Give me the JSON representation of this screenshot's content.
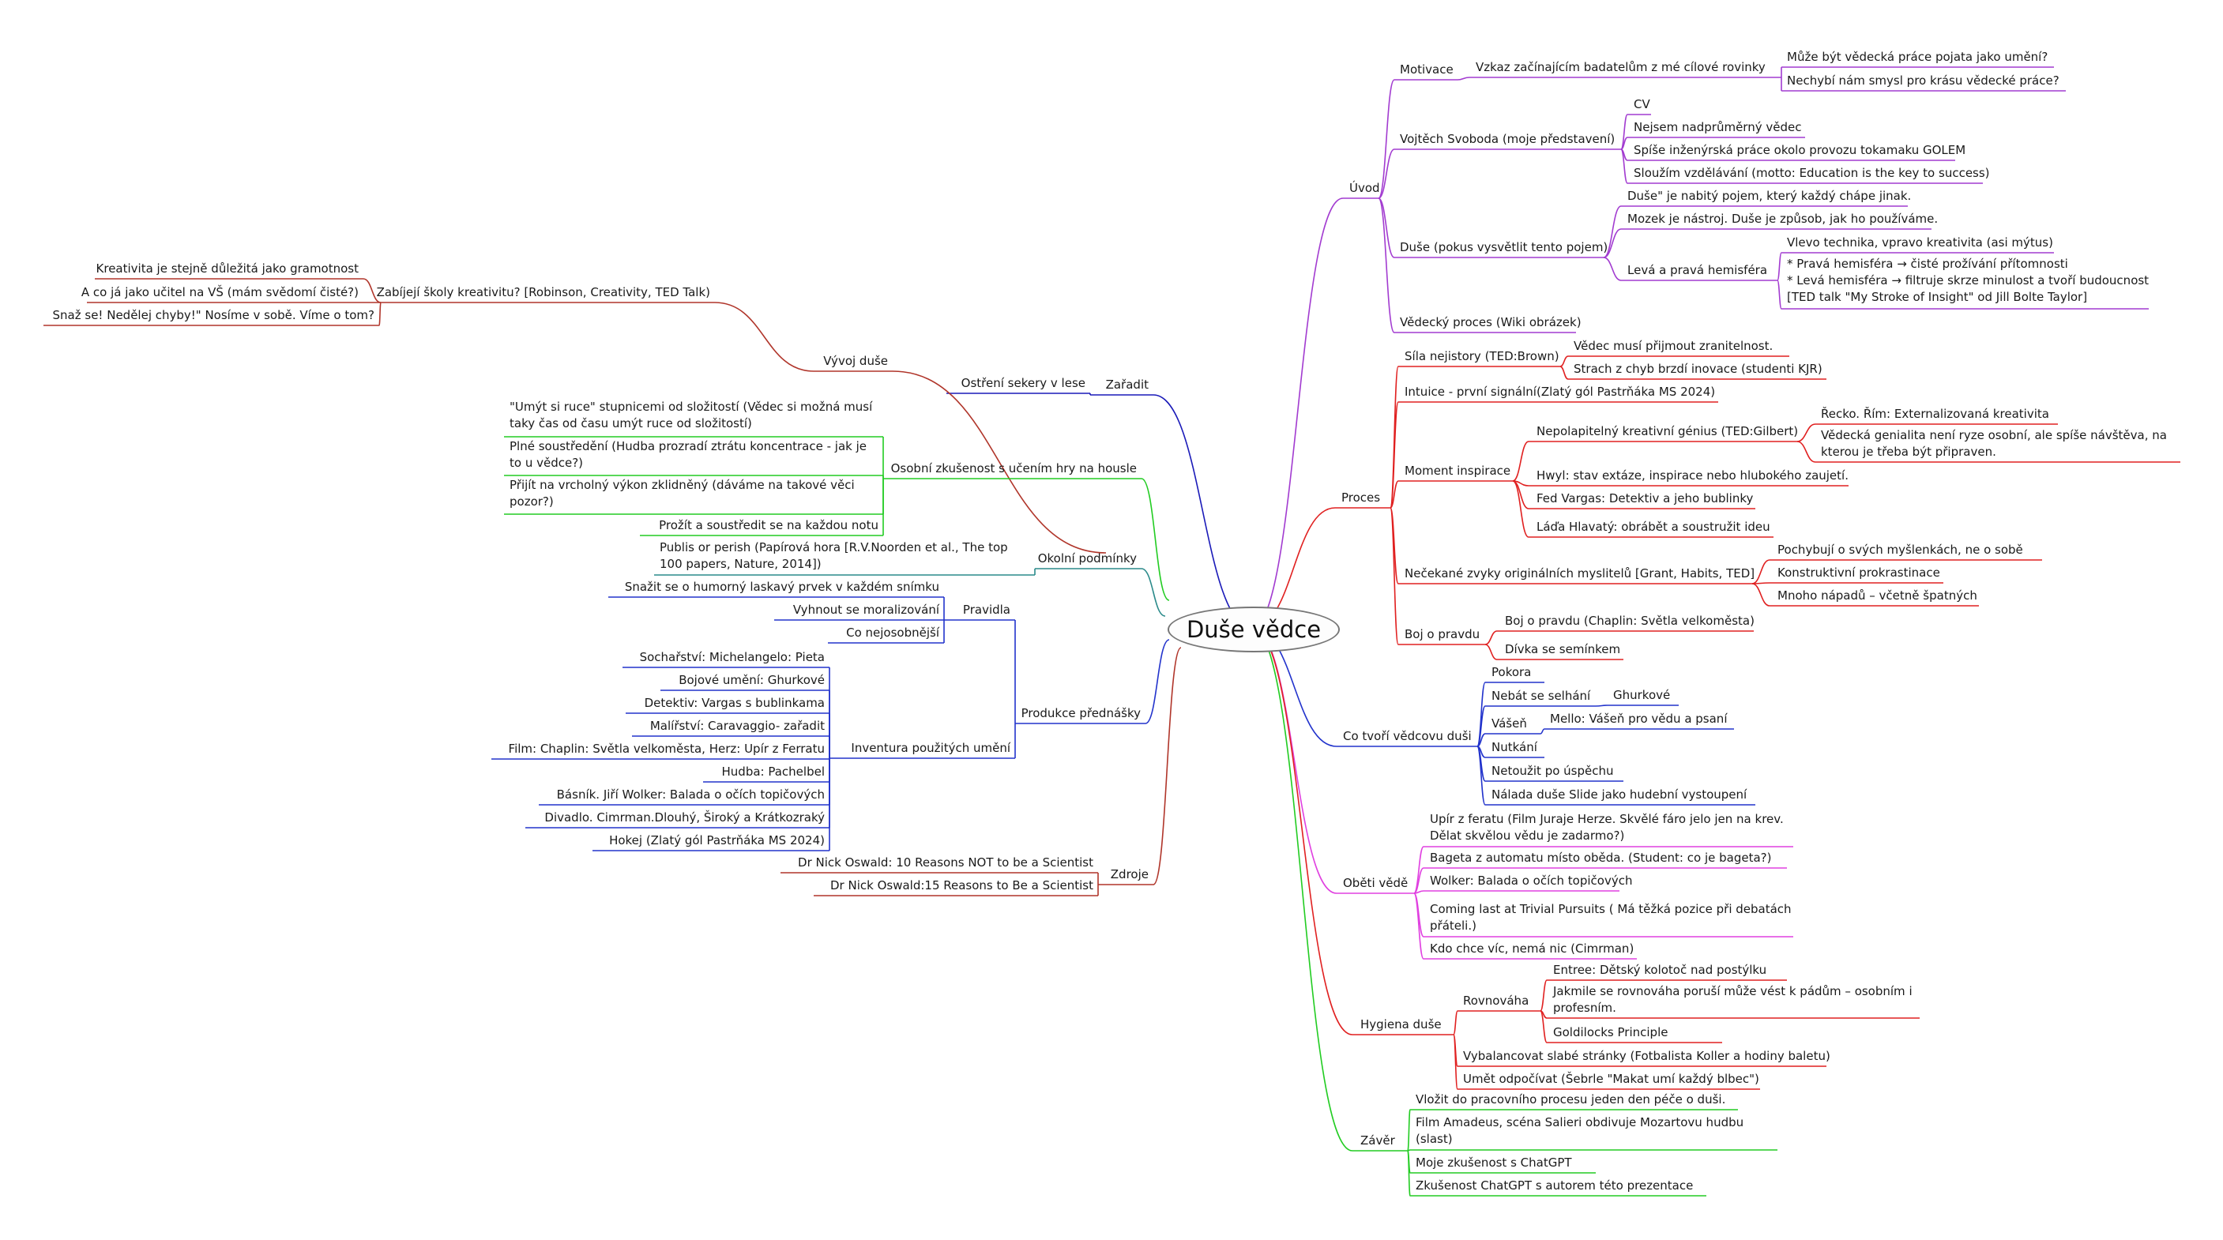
{
  "root": "Duše vědce",
  "colors": {
    "purple": "#a23bd0",
    "red": "#e02020",
    "blue": "#2233cc",
    "magenta": "#e040e0",
    "green": "#22cc22",
    "darkred": "#b0352a",
    "teal": "#2a8a8a",
    "navy": "#1a1ab8"
  },
  "nodes": [
    {
      "id": "uvod",
      "text": "Úvod"
    },
    {
      "id": "motivace",
      "text": "Motivace"
    },
    {
      "id": "vzkaz",
      "text": "Vzkaz začínajícím badatelům z mé cílové rovinky"
    },
    {
      "id": "umeni",
      "text": "Může být vědecká práce pojata jako umění?"
    },
    {
      "id": "krasa",
      "text": "Nechybí nám smysl pro krásu vědecké práce?"
    },
    {
      "id": "vojtech",
      "text": "Vojtěch Svoboda (moje představení)"
    },
    {
      "id": "cv",
      "text": "CV"
    },
    {
      "id": "nadprum",
      "text": "Nejsem nadprůměrný vědec"
    },
    {
      "id": "inzenyr",
      "text": "Spíše inženýrská práce okolo provozu tokamaku GOLEM"
    },
    {
      "id": "vzdelavani",
      "text": "Sloužím vzdělávání (motto: Education is the key to success)"
    },
    {
      "id": "duse_vys",
      "text": "Duše (pokus vysvětlit tento pojem)"
    },
    {
      "id": "nabity",
      "text": "Duše\" je nabitý pojem, který každý chápe jinak."
    },
    {
      "id": "mozek",
      "text": "Mozek je nástroj. Duše je způsob, jak ho používáme."
    },
    {
      "id": "hemisfera",
      "text": "Levá a pravá hemisféra"
    },
    {
      "id": "vlevo",
      "text": "Vlevo technika, vpravo kreativita (asi mýtus)"
    },
    {
      "id": "prava",
      "text": "* Pravá hemisféra → čisté prožívání přítomnosti\n* Levá hemisféra → filtruje skrze minulost a tvoří budoucnost\n[TED talk \"My Stroke of Insight\" od Jill Bolte Taylor]"
    },
    {
      "id": "proces_wiki",
      "text": "Vědecký proces (Wiki obrázek)"
    },
    {
      "id": "proces",
      "text": "Proces"
    },
    {
      "id": "sila",
      "text": "Síla nejistory (TED:Brown)"
    },
    {
      "id": "zranitelnost",
      "text": "Vědec musí přijmout zranitelnost."
    },
    {
      "id": "strach",
      "text": "Strach z chyb brzdí inovace (studenti KJR)"
    },
    {
      "id": "intuice",
      "text": "Intuice - první signální(Zlatý gól Pastrňáka MS 2024)"
    },
    {
      "id": "moment",
      "text": "Moment inspirace"
    },
    {
      "id": "genius",
      "text": "Nepolapitelný kreativní génius (TED:Gilbert)"
    },
    {
      "id": "recko",
      "text": "Řecko. Řím: Externalizovaná kreativita"
    },
    {
      "id": "genialita",
      "text": "Vědecká genialita není ryze osobní, ale spíše návštěva, na kterou je třeba být připraven."
    },
    {
      "id": "hwyl",
      "text": "Hwyl: stav extáze, inspirace nebo hlubokého zaujetí."
    },
    {
      "id": "fedvargas",
      "text": "Fed Vargas: Detektiv a jeho bublinky"
    },
    {
      "id": "lada",
      "text": "Láďa Hlavatý: obrábět a soustružit ideu"
    },
    {
      "id": "zvyky",
      "text": "Nečekané zvyky originálních myslitelů [Grant, Habits, TED]"
    },
    {
      "id": "pochybuji",
      "text": "Pochybují o svých myšlenkách, ne o sobě"
    },
    {
      "id": "prokrast",
      "text": "Konstruktivní prokrastinace"
    },
    {
      "id": "napadu",
      "text": "Mnoho nápadů – včetně špatných"
    },
    {
      "id": "boj",
      "text": "Boj o pravdu"
    },
    {
      "id": "boj_chaplin",
      "text": "Boj o pravdu (Chaplin: Světla velkoměsta)"
    },
    {
      "id": "divka",
      "text": "Dívka se semínkem"
    },
    {
      "id": "cotvori",
      "text": "Co tvoří vědcovu duši"
    },
    {
      "id": "pokora",
      "text": "Pokora"
    },
    {
      "id": "nebat",
      "text": "Nebát se selhání"
    },
    {
      "id": "ghurkove1",
      "text": "Ghurkové"
    },
    {
      "id": "vasen",
      "text": "Vášeň"
    },
    {
      "id": "mello",
      "text": "Mello: Vášeň pro vědu a psaní"
    },
    {
      "id": "nutkani",
      "text": "Nutkání"
    },
    {
      "id": "netouzit",
      "text": "Netoužit po úspěchu"
    },
    {
      "id": "nalada",
      "text": "Nálada duše Slide jako hudební vystoupení"
    },
    {
      "id": "obeti",
      "text": "Oběti vědě"
    },
    {
      "id": "upir",
      "text": "Upír z feratu (Film Juraje Herze. Skvělé fáro jelo jen na krev. Dělat skvělou vědu je zadarmo?)"
    },
    {
      "id": "bageta",
      "text": "Bageta z automatu místo oběda. (Student: co je bageta?)"
    },
    {
      "id": "wolker1",
      "text": "Wolker: Balada o očích topičových"
    },
    {
      "id": "trivial",
      "text": "Coming last at Trivial Pursuits ( Má těžká pozice při debatách přáteli.)"
    },
    {
      "id": "kdo",
      "text": "Kdo chce víc, nemá nic (Cimrman)"
    },
    {
      "id": "hygiena",
      "text": "Hygiena duše"
    },
    {
      "id": "rovnovaha",
      "text": "Rovnováha"
    },
    {
      "id": "kolotoc",
      "text": "Entree: Dětský kolotoč nad postýlku"
    },
    {
      "id": "jakmile",
      "text": "Jakmile se rovnováha poruší může vést k pádům – osobním i profesním."
    },
    {
      "id": "goldilocks",
      "text": "Goldilocks Principle"
    },
    {
      "id": "vybalancovat",
      "text": "Vybalancovat slabé stránky (Fotbalista Koller a hodiny baletu)"
    },
    {
      "id": "odpocivat",
      "text": "Umět odpočívat (Šebrle \"Makat umí každý blbec\")"
    },
    {
      "id": "zaver",
      "text": "Závěr"
    },
    {
      "id": "vlozit",
      "text": "Vložit do pracovního procesu jeden den péče o duši."
    },
    {
      "id": "amadeus",
      "text": "Film Amadeus, scéna Salieri obdivuje Mozartovu hudbu (slast)"
    },
    {
      "id": "chatgpt1",
      "text": "Moje zkušenost s ChatGPT"
    },
    {
      "id": "chatgpt2",
      "text": "Zkušenost ChatGPT s autorem této prezentace"
    },
    {
      "id": "zaradit",
      "text": "Zařadit"
    },
    {
      "id": "ostreni",
      "text": "Ostření sekery v lese"
    },
    {
      "id": "vyvoj",
      "text": "Vývoj duše"
    },
    {
      "id": "zabijeji",
      "text": "Zabíjejí školy kreativitu? [Robinson, Creativity, TED Talk)"
    },
    {
      "id": "gramotnost",
      "text": "Kreativita je stejně důležitá jako gramotnost"
    },
    {
      "id": "ucitel",
      "text": "A co já jako učitel na VŠ (mám svědomí čisté?)"
    },
    {
      "id": "snaz",
      "text": "Snaž se! Nedělej chyby!\" Nosíme v sobě. Víme o tom?"
    },
    {
      "id": "osobni",
      "text": "Osobní zkušenost s učením hry na  housle"
    },
    {
      "id": "umyt",
      "text": "\"Umýt si ruce\" stupnicemi od složitostí (Vědec si možná musí taky čas od času umýt ruce od složitostí)"
    },
    {
      "id": "plne",
      "text": "Plné soustředění (Hudba prozradí ztrátu koncentrace - jak je to u vědce?)"
    },
    {
      "id": "prijit",
      "text": "Přijít na vrcholný výkon zklidněný (dáváme na takové věci pozor?)"
    },
    {
      "id": "prozit",
      "text": "Prožít a soustředit se na každou notu"
    },
    {
      "id": "okolni",
      "text": "Okolní podmínky"
    },
    {
      "id": "publis",
      "text": "Publis or perish (Papírová hora [R.V.Noorden et al., The top 100 papers, Nature, 2014])"
    },
    {
      "id": "produkce",
      "text": "Produkce přednášky"
    },
    {
      "id": "pravidla",
      "text": "Pravidla"
    },
    {
      "id": "humorny",
      "text": "Snažit se o humorný laskavý prvek v každém snímku"
    },
    {
      "id": "moral",
      "text": "Vyhnout se moralizování"
    },
    {
      "id": "nejosob",
      "text": "Co nejosobnější"
    },
    {
      "id": "inventura",
      "text": "Inventura použitých umění"
    },
    {
      "id": "socharstvi",
      "text": "Sochařství: Michelangelo: Pieta"
    },
    {
      "id": "bojove",
      "text": "Bojové umění: Ghurkové"
    },
    {
      "id": "detektiv",
      "text": "Detektiv: Vargas s bublinkama"
    },
    {
      "id": "malirstvi",
      "text": "Malířství: Caravaggio- zařadit"
    },
    {
      "id": "film",
      "text": "Film: Chaplin: Světla velkoměsta, Herz: Upír z Ferratu"
    },
    {
      "id": "hudba",
      "text": "Hudba: Pachelbel"
    },
    {
      "id": "basnik",
      "text": "Básník. Jiří Wolker: Balada o očích topičových"
    },
    {
      "id": "divadlo",
      "text": "Divadlo. Cimrman.Dlouhý, Široký a Krátkozraký"
    },
    {
      "id": "hokej",
      "text": "Hokej (Zlatý gól Pastrňáka MS 2024)"
    },
    {
      "id": "zdroje",
      "text": "Zdroje"
    },
    {
      "id": "oswald1",
      "text": "Dr Nick Oswald: 10 Reasons NOT to be a Scientist"
    },
    {
      "id": "oswald2",
      "text": "Dr Nick Oswald:15 Reasons to Be a Scientist"
    }
  ]
}
